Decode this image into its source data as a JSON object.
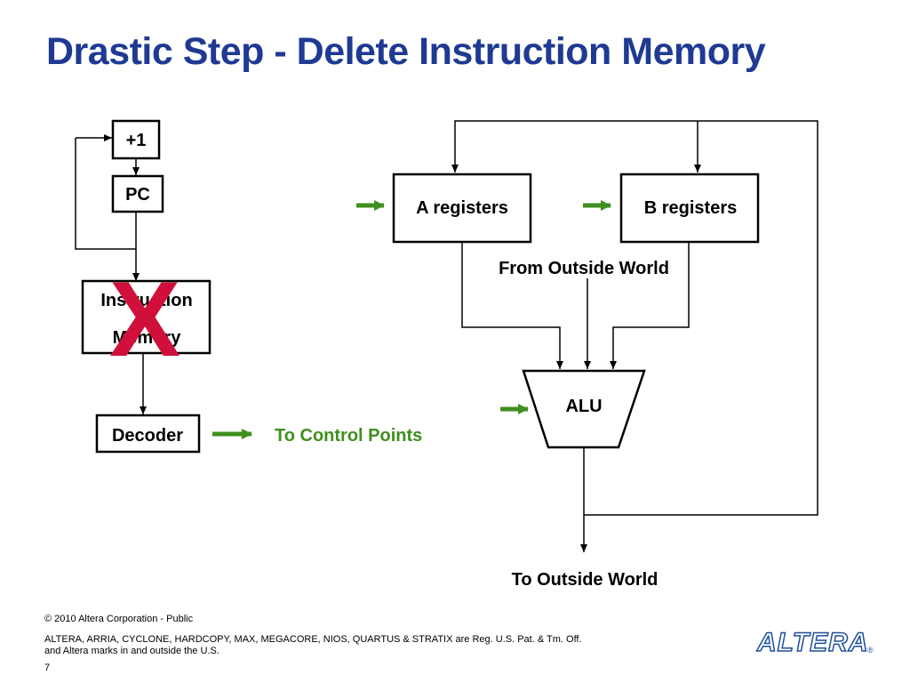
{
  "slide": {
    "title": "Drastic Step - Delete Instruction Memory",
    "page_number": "7"
  },
  "diagram": {
    "plus_one": "+1",
    "pc": "PC",
    "instruction_memory_line1": "Instruction",
    "instruction_memory_line2": "Memory",
    "delete_mark": "X",
    "decoder": "Decoder",
    "to_control_points": "To Control Points",
    "a_registers": "A registers",
    "b_registers": "B registers",
    "from_outside_world": "From Outside World",
    "alu": "ALU",
    "to_outside_world": "To Outside World"
  },
  "footer": {
    "copyright": "© 2010 Altera Corporation - Public",
    "trademark_line1": "ALTERA, ARRIA, CYCLONE, HARDCOPY, MAX, MEGACORE, NIOS, QUARTUS & STRATIX are Reg. U.S. Pat. & Tm. Off.",
    "trademark_line2": "and Altera marks in and outside the U.S.",
    "logo": "ALTERA",
    "logo_mark": "®"
  },
  "colors": {
    "title": "#1f3a93",
    "arrow_green": "#3f8f20",
    "delete_x": "#d0103a"
  }
}
